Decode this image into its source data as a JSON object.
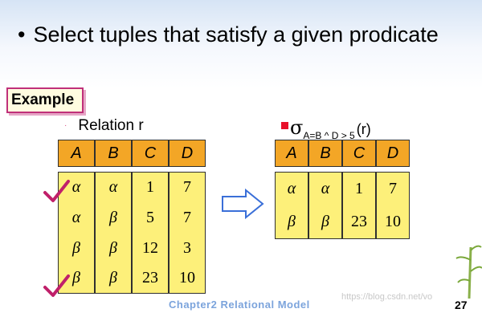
{
  "slide": {
    "bullet": "Select tuples that satisfy a given prodicate",
    "bullet_marker": "•",
    "example_label": "Example",
    "relation_label": "Relation r",
    "selection": {
      "sigma": "σ",
      "condition": "A=B ^ D > 5",
      "argument": "(r)"
    },
    "footer_title": "Chapter2 Relational Model",
    "watermark": "https://blog.csdn.net/vo",
    "page_number": "27"
  },
  "left_table": {
    "headers": [
      "A",
      "B",
      "C",
      "D"
    ],
    "rows": [
      [
        "α",
        "α",
        "1",
        "7"
      ],
      [
        "α",
        "β",
        "5",
        "7"
      ],
      [
        "β",
        "β",
        "12",
        "3"
      ],
      [
        "β",
        "β",
        "23",
        "10"
      ]
    ],
    "checked_rows": [
      0,
      3
    ]
  },
  "right_table": {
    "headers": [
      "A",
      "B",
      "C",
      "D"
    ],
    "rows": [
      [
        "α",
        "α",
        "1",
        "7"
      ],
      [
        "β",
        "β",
        "23",
        "10"
      ]
    ]
  },
  "colors": {
    "header": "#f3a626",
    "cell": "#fdf07a",
    "check": "#c0206a",
    "arrow": "#3a6fd8",
    "selection_marker": "#e8102a"
  }
}
